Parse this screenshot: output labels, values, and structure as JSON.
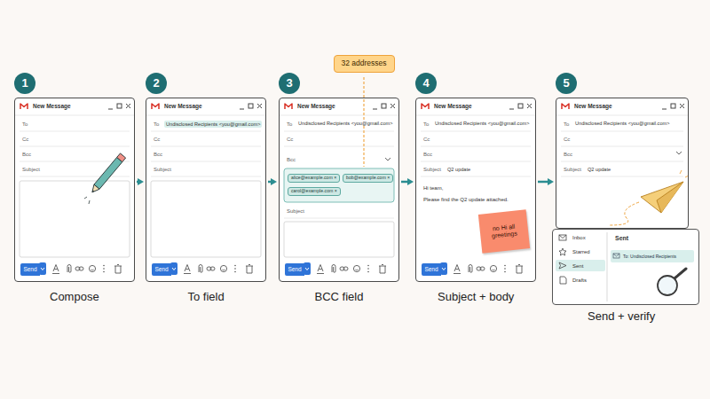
{
  "diagram": {
    "nodes": [
      {
        "text": [
          "1"
        ]
      },
      {
        "text": [
          "New Message"
        ]
      },
      {
        "text": [
          "Send"
        ],
        "in": 1
      },
      {
        "text": [
          "2"
        ]
      },
      {
        "text": [
          "New Message"
        ]
      },
      {
        "text": [
          "Send"
        ],
        "in": 4
      },
      {
        "text": [
          "3"
        ]
      },
      {
        "text": [
          "32 addresses"
        ]
      },
      {
        "text": [
          "New Message"
        ]
      },
      {
        "text": [
          "alice@example.com ×"
        ],
        "in": 8
      },
      {
        "text": [
          "bob@example.com ×"
        ],
        "in": 8
      },
      {
        "text": [
          "carol@example.com ×"
        ],
        "in": 8
      },
      {
        "text": [
          "Send"
        ],
        "in": 8
      },
      {
        "text": [
          "4"
        ]
      },
      {
        "text": [
          "New Message"
        ]
      },
      {
        "text": [
          "no Hi all greetings"
        ],
        "in": 14
      },
      {
        "text": [
          "Send"
        ],
        "in": 14
      },
      {
        "text": [
          "5"
        ]
      },
      {
        "text": [
          "New Message"
        ]
      },
      {
        "text": [
          "Inbox",
          "Starred",
          "Sent",
          "Drafts",
          "Sent"
        ]
      },
      {
        "text": [
          "To: Undisclosed Recipients"
        ],
        "in": 19
      }
    ],
    "edges": [
      {
        "from": 1,
        "to": 4,
        "arrow": "to"
      },
      {
        "from": 4,
        "to": 8,
        "arrow": "to"
      },
      {
        "from": 8,
        "to": 14,
        "arrow": "to"
      },
      {
        "from": 14,
        "to": 18,
        "arrow": "to"
      }
    ],
    "labels": [
      "To",
      "Cc",
      "Bcc",
      "Subject",
      "Compose",
      "To",
      "Undisclosed Recipients <you@gmail.com>",
      "Cc",
      "Bcc",
      "Subject",
      "To field",
      "To",
      "Undisclosed Recipients <you@gmail.com>",
      "Cc",
      "Bcc",
      "Subject",
      "BCC field",
      "To",
      "Undisclosed Recipients <you@gmail.com>",
      "Cc",
      "Bcc",
      "Subject",
      "Q2 update",
      "Hi team,",
      "Please find the Q2 update attached.",
      "Subject + body",
      "To",
      "Undisclosed Recipients <you@gmail.com>",
      "Cc",
      "Bcc",
      "Subject",
      "Q2 update",
      "Send + verify"
    ]
  }
}
